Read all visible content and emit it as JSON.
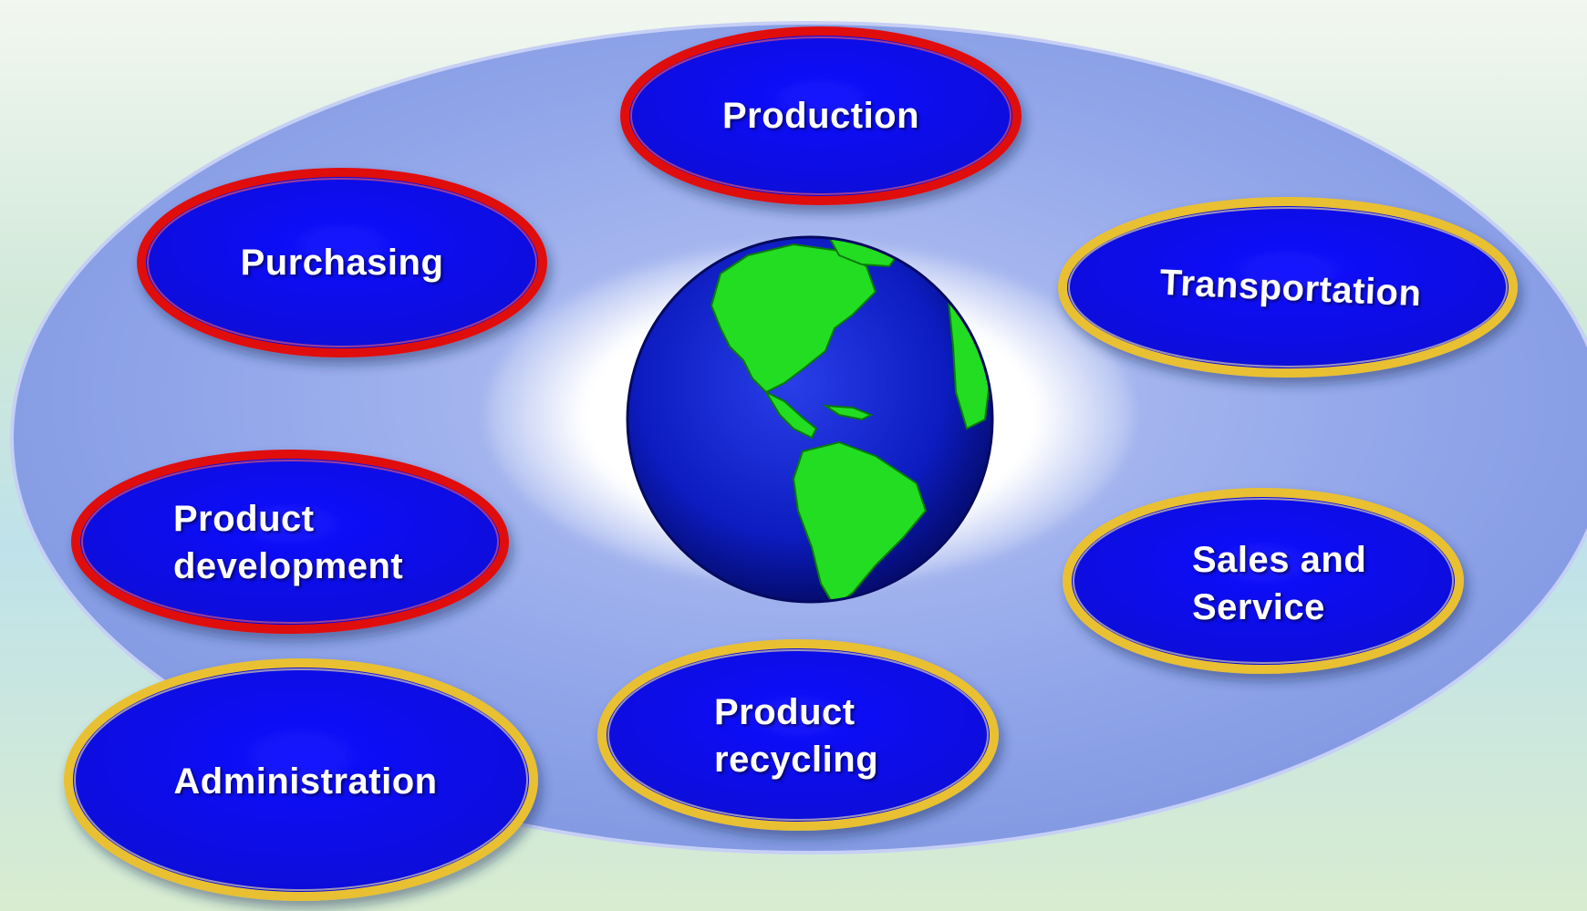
{
  "diagram": {
    "center": {
      "icon": "globe-icon"
    },
    "departments": [
      {
        "id": "production",
        "label": "Production",
        "ring": "red"
      },
      {
        "id": "purchasing",
        "label": "Purchasing",
        "ring": "red"
      },
      {
        "id": "transportation",
        "label": "Transportation",
        "ring": "gold"
      },
      {
        "id": "product-development",
        "label": "Product\ndevelopment",
        "ring": "red"
      },
      {
        "id": "sales-and-service",
        "label": "Sales and\nService",
        "ring": "gold"
      },
      {
        "id": "administration",
        "label": "Administration",
        "ring": "gold"
      },
      {
        "id": "product-recycling",
        "label": "Product\nrecycling",
        "ring": "gold"
      }
    ]
  },
  "colors": {
    "bubble_fill": "#0a0af0",
    "ring_red": "#e01010",
    "ring_gold": "#e8c030",
    "outer_ring": "#8a9ee6",
    "globe_ocean": "#1020c8",
    "globe_land": "#22dd22"
  }
}
